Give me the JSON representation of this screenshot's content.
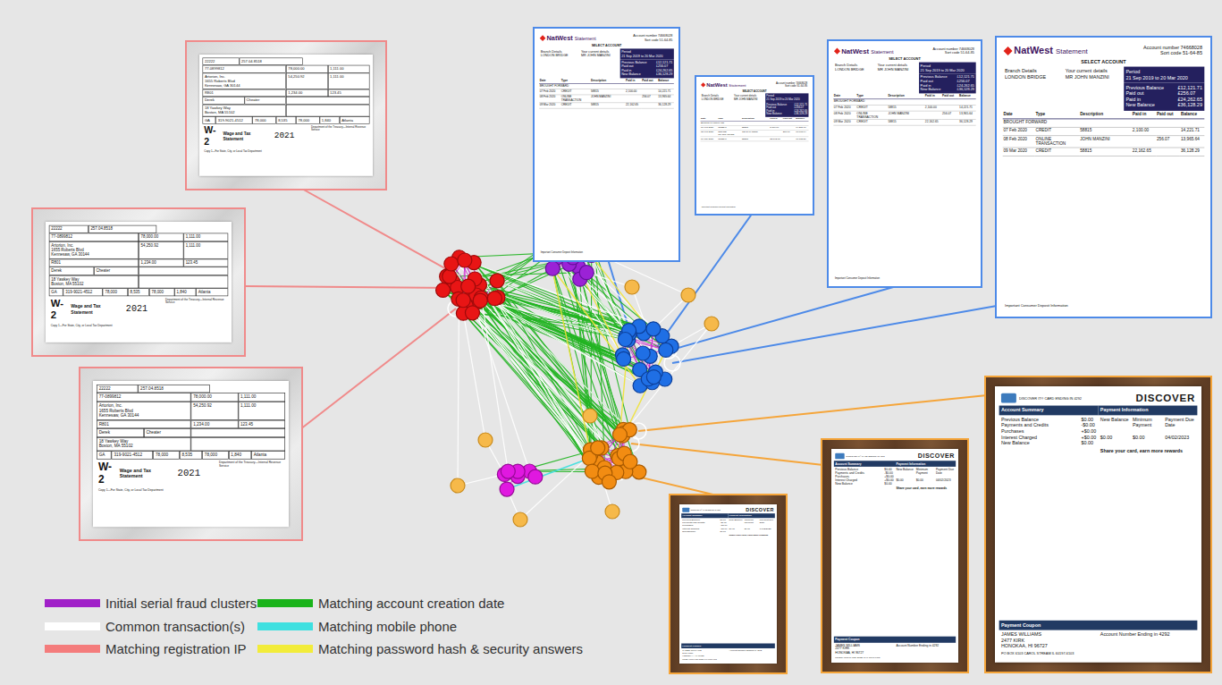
{
  "diagram": {
    "nodes": [
      {
        "text": [
          "22222",
          "257.04.8518",
          "77-0899812",
          "Artorion, Inc.",
          "1655 Roberts Blvd",
          "Kennesaw, GA 30144",
          "R801",
          "Derek",
          "Cheater",
          "18 Yawkey Way",
          "Boston, MA 55102",
          "78,000.00",
          "1,111.00",
          "54,250.92",
          "1,111.00",
          "1,234.00",
          "123.45",
          "GA",
          "319-9021-4512",
          "78,000",
          "8,535",
          "78,000",
          "1,840",
          "Atlanta",
          "W-2",
          "Wage and Tax Statement",
          "2021",
          "Copy 1—For State, City, or Local Tax Department",
          "Department of the Treasury—Internal Revenue Service"
        ]
      },
      {
        "text": [
          "NatWest",
          "Statement",
          "SELECT ACCOUNT",
          "Account number 74668028",
          "Sort code 51-64-85",
          "Branch Details",
          "Your current details",
          "Period",
          "21 Sep 2019 to 20 Mar 2020",
          "LONDON BRIDGE",
          "MR JOHN MANZINI",
          "Previous Balance",
          "£12,121.71",
          "Paid out",
          "£256.07",
          "Paid in",
          "£24,262.65",
          "New Balance",
          "£36,128.29",
          "Date",
          "Type",
          "Description",
          "Paid in",
          "Paid out",
          "Balance",
          "BROUGHT FORWARD",
          "07 Feb 2020",
          "CREDIT",
          "58815",
          "2,100.00",
          "14,221.71",
          "08 Feb 2020",
          "ONLINE TRANSACTION",
          "JOHN MANZINI",
          "256.07",
          "13,965.64",
          "09 Mar 2020",
          "CREDIT",
          "58815",
          "22,162.65",
          "36,128.29",
          "Important Consumer Deposit Information"
        ]
      },
      {
        "text": [
          "NatWest",
          "Statement",
          "SELECT ACCOUNT",
          "Account number 74668028",
          "Sort code 51-64-85",
          "Branch Details",
          "Your current details",
          "Period",
          "21 Sep 2019 to 20 Mar 2020",
          "LONDON BRIDGE",
          "MR JOHN MANZINI",
          "Previous Balance",
          "£12,121.71",
          "Paid out",
          "£256.07",
          "Paid in",
          "£24,262.65",
          "New Balance",
          "£36,128.29",
          "Date",
          "Type",
          "Description",
          "Paid in",
          "Paid out",
          "Balance",
          "BROUGHT FORWARD",
          "07 Feb 2020",
          "CREDIT",
          "58815",
          "2,100.00",
          "14,221.71",
          "08 Feb 2020",
          "ONLINE TRANSACTION",
          "JOHN MANZINI",
          "256.07",
          "13,965.64",
          "09 Mar 2020",
          "CREDIT",
          "58815",
          "22,162.65",
          "36,128.29",
          "Important Consumer Deposit Information"
        ]
      },
      {
        "text": [
          "NatWest",
          "Statement",
          "SELECT ACCOUNT",
          "Account number 74668028",
          "Sort code 51-64-85",
          "Branch Details",
          "Your current details",
          "Period",
          "21 Sep 2019 to 20 Mar 2020",
          "LONDON BRIDGE",
          "MR JOHN MANZINI",
          "Previous Balance",
          "£12,121.71",
          "Paid out",
          "£256.07",
          "Paid in",
          "£24,262.65",
          "New Balance",
          "£36,128.29",
          "Date",
          "Type",
          "Description",
          "Paid in",
          "Paid out",
          "Balance",
          "BROUGHT FORWARD",
          "07 Feb 2020",
          "CREDIT",
          "58815",
          "2,100.00",
          "14,221.71",
          "08 Feb 2020",
          "ONLINE TRANSACTION",
          "JOHN MANZINI",
          "256.07",
          "13,965.64",
          "09 Mar 2020",
          "CREDIT",
          "58815",
          "22,162.65",
          "36,128.29",
          "Important Consumer Deposit Information"
        ]
      },
      {
        "text": [
          "NatWest",
          "Statement",
          "SELECT ACCOUNT",
          "Account number 74668028",
          "Sort code 51-64-85",
          "Branch Details",
          "Your current details",
          "Period",
          "21 Sep 2019 to 20 Mar 2020",
          "LONDON BRIDGE",
          "MR JOHN MANZINI",
          "Previous Balance",
          "£12,121.71",
          "Paid out",
          "£256.07",
          "Paid in",
          "£24,262.65",
          "New Balance",
          "£36,128.29",
          "Date",
          "Type",
          "Description",
          "Paid in",
          "Paid out",
          "Balance",
          "BROUGHT FORWARD",
          "07 Feb 2020",
          "CREDIT",
          "58815",
          "2,100.00",
          "14,221.71",
          "08 Feb 2020",
          "ONLINE TRANSACTION",
          "JOHN MANZINI",
          "256.07",
          "13,965.64",
          "09 Mar 2020",
          "CREDIT",
          "58815",
          "22,162.65",
          "36,128.29",
          "Important Consumer Deposit Information"
        ]
      },
      {
        "text": [
          "22222",
          "257.04.8518",
          "77-0899812",
          "Artorion, Inc.",
          "1655 Roberts Blvd",
          "Kennesaw, GA 30144",
          "R801",
          "Derek",
          "Cheater",
          "18 Yawkey Way",
          "Boston, MA 55102",
          "78,000.00",
          "1,111.00",
          "54,250.92",
          "1,111.00",
          "1,234.00",
          "123.45",
          "GA",
          "319-9021-4512",
          "78,000",
          "8,535",
          "78,000",
          "1,840",
          "Atlanta",
          "W-2",
          "Wage and Tax Statement",
          "2021",
          "Copy 1—For State, City, or Local Tax Department",
          "Department of the Treasury—Internal Revenue Service"
        ]
      },
      {
        "text": [
          "22222",
          "257.04.8518",
          "77-0899812",
          "Artorion, Inc.",
          "1655 Roberts Blvd",
          "Kennesaw, GA 30144",
          "R801",
          "Derek",
          "Cheater",
          "18 Yawkey Way",
          "Boston, MA 55102",
          "78,000.00",
          "1,111.00",
          "54,250.92",
          "1,111.00",
          "1,234.00",
          "123.45",
          "GA",
          "319-9021-4512",
          "78,000",
          "8,535",
          "78,000",
          "1,840",
          "Atlanta",
          "W-2",
          "Wage and Tax Statement",
          "2021",
          "Copy 1—For State, City, or Local Tax Department",
          "Department of the Treasury—Internal Revenue Service"
        ]
      },
      {
        "text": [
          "DISCOVER IT® CARD ENDING IN 4292",
          "DISCOVER",
          "Account Summary",
          "Payment Information",
          "Previous Balance",
          "$0.00",
          "Payments and Credits",
          "-$0.00",
          "Purchases",
          "+$0.00",
          "Interest Charged",
          "+$0.00",
          "New Balance",
          "$0.00",
          "New Balance",
          "Minimum Payment",
          "Payment Due Date",
          "$0.00",
          "$0.00",
          "04/02/2023",
          "Share your card, earn more rewards",
          "Payment Coupon",
          "JAMES WILLIAMS",
          "2477 KIRK",
          "HONOKAA, HI 96727",
          "Account Number Ending in 4292",
          "PO BOX 6103 CAROL STREAM IL 60197-6103"
        ]
      },
      {
        "text": [
          "DISCOVER IT® CARD ENDING IN 4292",
          "DISCOVER",
          "Account Summary",
          "Payment Information",
          "Previous Balance",
          "$0.00",
          "Payments and Credits",
          "-$0.00",
          "Purchases",
          "+$0.00",
          "Interest Charged",
          "+$0.00",
          "New Balance",
          "$0.00",
          "New Balance",
          "Minimum Payment",
          "Payment Due Date",
          "$0.00",
          "$0.00",
          "04/02/2023",
          "Share your card, earn more rewards",
          "Payment Coupon",
          "JAMES WILLIAMS",
          "2477 KIRK",
          "HONOKAA, HI 96727",
          "Account Number Ending in 4292",
          "PO BOX 6103 CAROL STREAM IL 60197-6103"
        ]
      },
      {
        "text": [
          "DISCOVER IT® CARD ENDING IN 4292",
          "DISCOVER",
          "Account Summary",
          "Payment Information",
          "Previous Balance",
          "$0.00",
          "Payments and Credits",
          "-$0.00",
          "Purchases",
          "+$0.00",
          "Interest Charged",
          "+$0.00",
          "New Balance",
          "$0.00",
          "New Balance",
          "Minimum Payment",
          "Payment Due Date",
          "$0.00",
          "$0.00",
          "04/02/2023",
          "Share your card, earn more rewards",
          "Payment Coupon",
          "JAMES WILLIAMS",
          "2477 KIRK",
          "HONOKAA, HI 96727",
          "Account Number Ending in 4292",
          "PO BOX 6103 CAROL STREAM IL 60197-6103"
        ]
      }
    ],
    "legend": [
      {
        "text": "Initial serial fraud clusters",
        "color": "#a020c8"
      },
      {
        "text": "Matching account creation date",
        "color": "#1ab31a"
      },
      {
        "text": "Common transaction(s)",
        "color": "#ffffff"
      },
      {
        "text": "Matching mobile phone",
        "color": "#3fe0e0"
      },
      {
        "text": "Matching registration IP",
        "color": "#f47c7c"
      },
      {
        "text": "Matching password hash & security answers",
        "color": "#f2ec3a"
      }
    ]
  }
}
